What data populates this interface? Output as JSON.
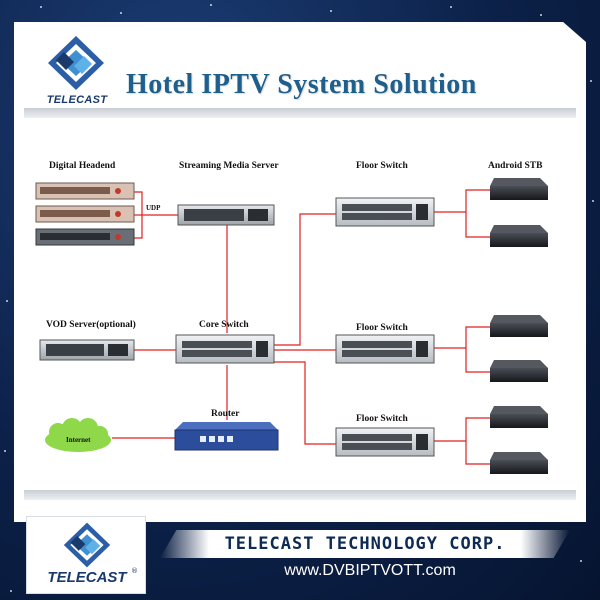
{
  "brand": {
    "name": "TELECAST",
    "registered": "®"
  },
  "title": "Hotel IPTV System Solution",
  "nodes": {
    "headend": "Digital Headend",
    "streaming": "Streaming Media Server",
    "floor_switch_1": "Floor Switch",
    "android_stb": "Android STB",
    "vod": "VOD Server(optional)",
    "core_switch": "Core Switch",
    "floor_switch_2": "Floor Switch",
    "router": "Router",
    "internet": "Internet",
    "floor_switch_3": "Floor Switch"
  },
  "links": {
    "udp": "UDP"
  },
  "footer": {
    "company": "TELECAST TECHNOLOGY CORP.",
    "url": "www.DVBIPTVOTT.com"
  },
  "colors": {
    "background": "#0c2149",
    "title": "#1f5f8c",
    "link": "#e02020",
    "device_dark": "#3a3f46",
    "device_light": "#c7ccd2",
    "router": "#2c4d9c",
    "cloud": "#8ed84a"
  },
  "icons": [
    "telecast-logo-icon",
    "cloud-icon",
    "rack-server-icon",
    "network-switch-icon",
    "router-icon",
    "set-top-box-icon"
  ]
}
